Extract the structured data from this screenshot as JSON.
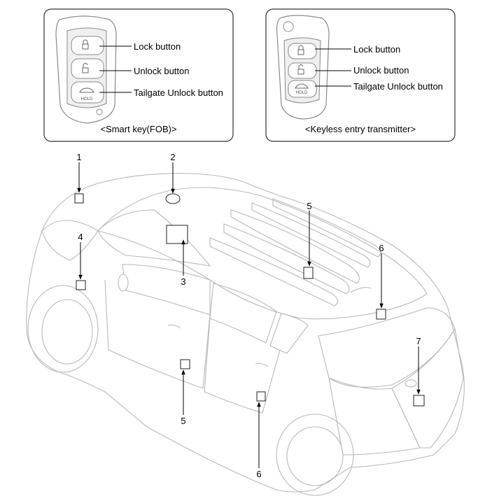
{
  "smart_key_panel": {
    "caption": "<Smart key(FOB)>",
    "labels": [
      "Lock button",
      "Unlock button",
      "Tailgate Unlock button"
    ],
    "hold_text": "HOLD"
  },
  "keyless_panel": {
    "caption": "<Keyless entry transmitter>",
    "labels": [
      "Lock button",
      "Unlock button",
      "Tailgate Unlock button"
    ],
    "hold_text": "HOLD"
  },
  "callouts": [
    "1",
    "2",
    "3",
    "4",
    "5",
    "6",
    "5",
    "6",
    "7"
  ]
}
